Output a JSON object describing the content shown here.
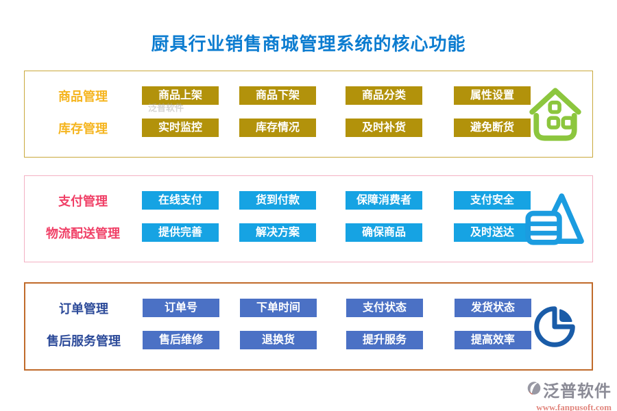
{
  "title": "厨具行业销售商城管理系统的核心功能",
  "colors": {
    "title_blue": "#0c7cd0",
    "section1_border": "#c9a83b",
    "section1_label": "#f5b51f",
    "section1_button": "#b2920b",
    "section1_icon_green": "#8cc63e",
    "section2_border": "#f3b0c2",
    "section2_label": "#f04067",
    "section2_button": "#16a3e3",
    "section2_icon_blue": "#1b9ce0",
    "section3_border": "#c06a2a",
    "section3_label": "#2c4a99",
    "section3_button": "#4b71c5",
    "section3_icon_blue": "#1a5ca8",
    "footer_brand_gray": "#8b8b96",
    "footer_url_red": "#e2867e"
  },
  "sections": [
    {
      "icon": "house-icon",
      "rows": [
        {
          "label": "商品管理",
          "buttons": [
            "商品上架",
            "商品下架",
            "商品分类",
            "属性设置"
          ]
        },
        {
          "label": "库存管理",
          "buttons": [
            "实时监控",
            "库存情况",
            "及时补货",
            "避免断货"
          ]
        }
      ]
    },
    {
      "icon": "pyramid-list-icon",
      "rows": [
        {
          "label": "支付管理",
          "buttons": [
            "在线支付",
            "货到付款",
            "保障消费者",
            "支付安全"
          ]
        },
        {
          "label": "物流配送管理",
          "buttons": [
            "提供完善",
            "解决方案",
            "确保商品",
            "及时送达"
          ]
        }
      ]
    },
    {
      "icon": "pie-chart-icon",
      "rows": [
        {
          "label": "订单管理",
          "buttons": [
            "订单号",
            "下单时间",
            "支付状态",
            "发货状态"
          ]
        },
        {
          "label": "售后服务管理",
          "buttons": [
            "售后维修",
            "退换货",
            "提升服务",
            "提高效率"
          ]
        }
      ]
    }
  ],
  "watermark": "泛普软件",
  "footer": {
    "brand": "泛普软件",
    "url": "www.fanpusoft.com"
  }
}
